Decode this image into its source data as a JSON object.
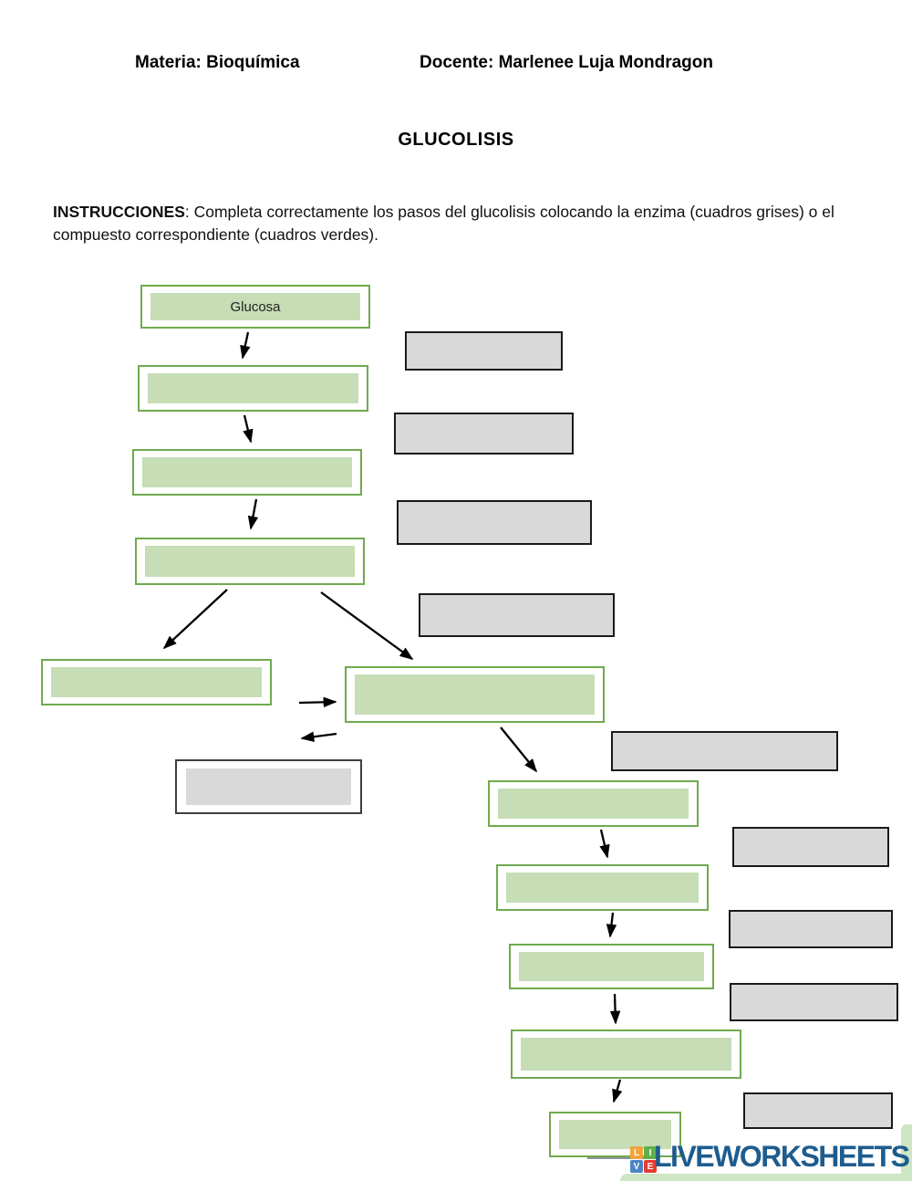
{
  "header": {
    "materia": "Materia: Bioquímica",
    "docente": "Docente: Marlenee Luja Mondragon"
  },
  "title": "GLUCOLISIS",
  "instructions": {
    "label": "INSTRUCCIONES",
    "body": ": Completa correctamente los pasos del glucolisis colocando la enzima (cuadros grises) o el compuesto correspondiente (cuadros verdes)."
  },
  "diagram": {
    "given_compound": "Glucosa"
  },
  "colors": {
    "green_border": "#6faa4e",
    "green_fill": "#c6ddb5",
    "gray_fill": "#d9d9d9",
    "gray_border": "#1a1a1a",
    "arrow": "#000000",
    "brand_navy": "#1e5c8e",
    "footer_green": "#cde6c3"
  },
  "footer": {
    "brand": "LIVEWORKSHEETS",
    "logo": [
      {
        "letter": "L",
        "color": "#f2a33c"
      },
      {
        "letter": "I",
        "color": "#5fb04b"
      },
      {
        "letter": "V",
        "color": "#4a86c5"
      },
      {
        "letter": "E",
        "color": "#e73b2f"
      }
    ]
  }
}
